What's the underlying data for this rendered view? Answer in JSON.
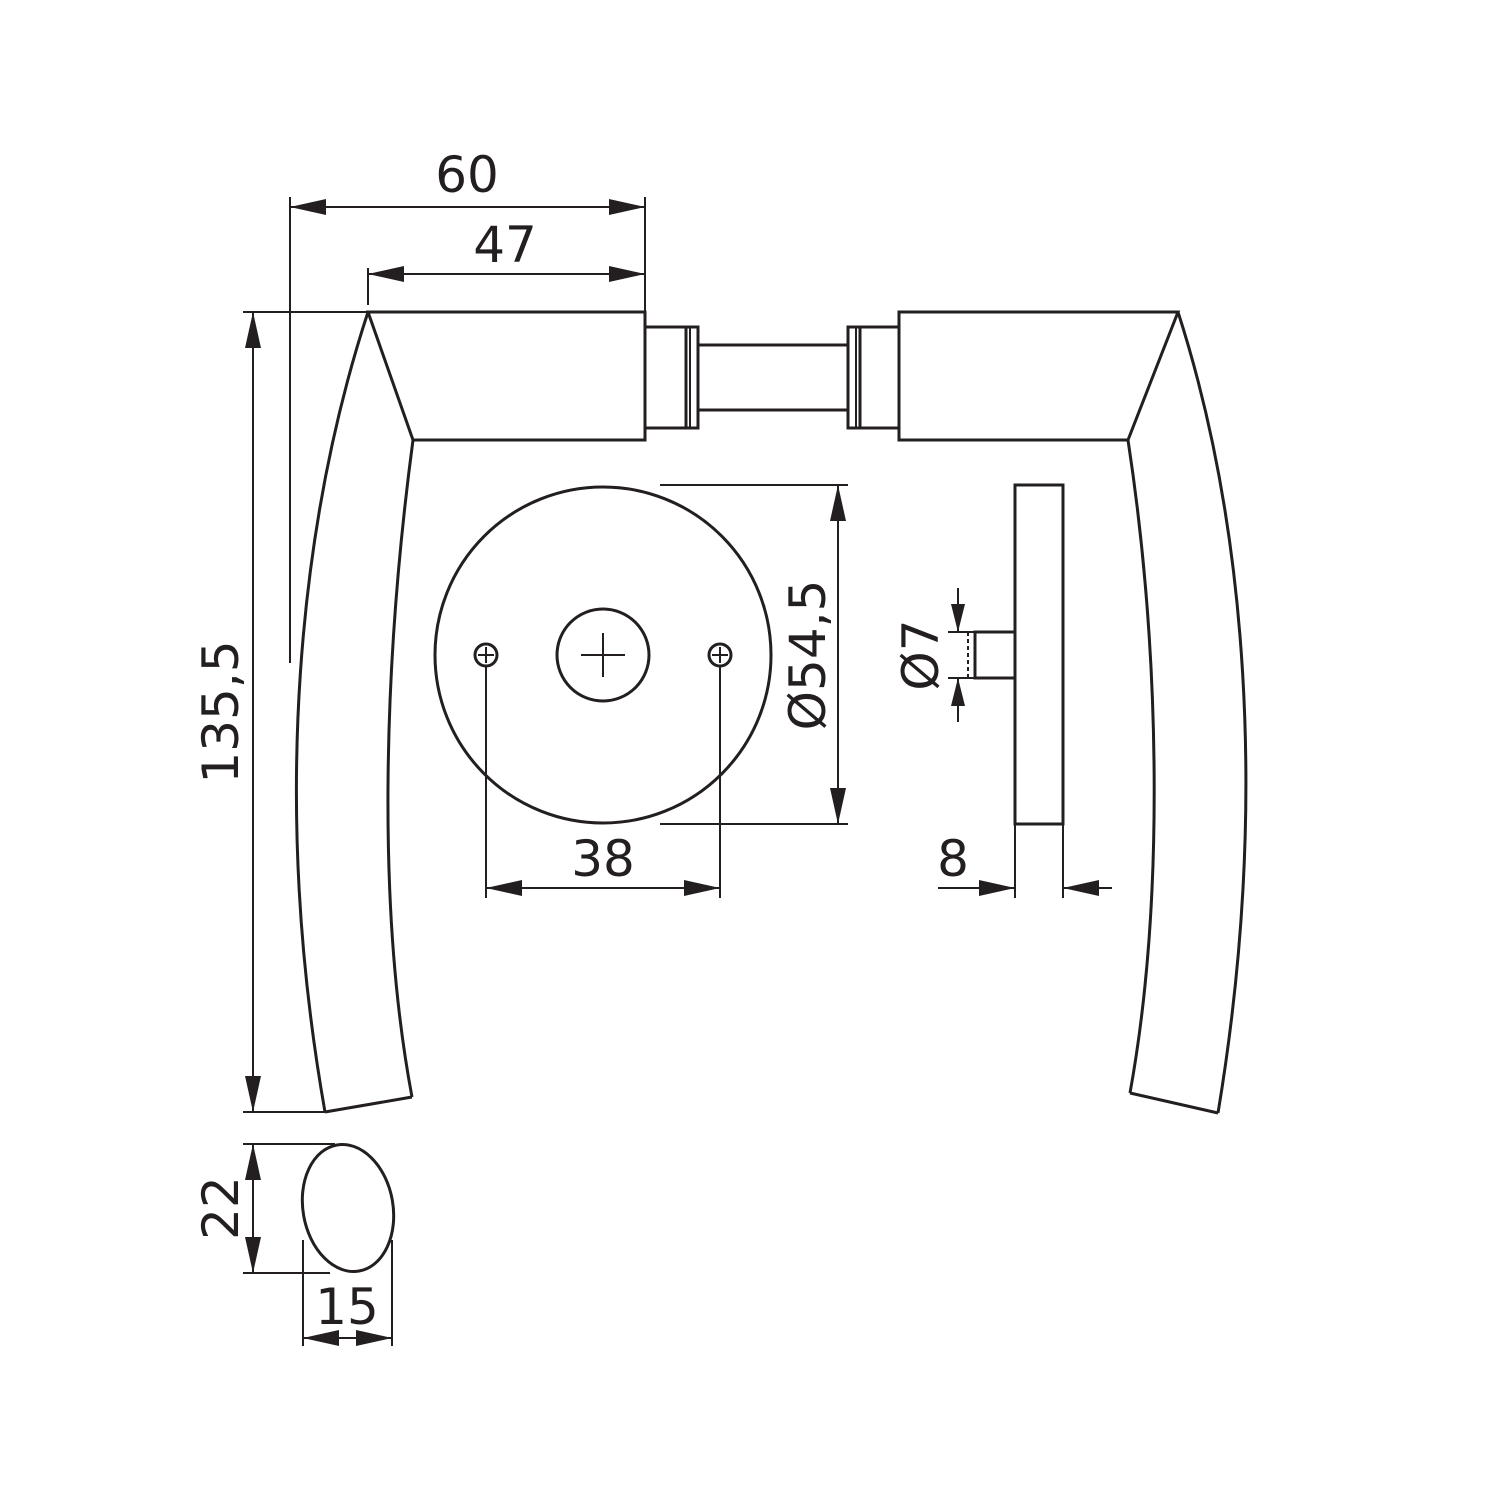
{
  "drawing": {
    "subject": "door lever handle set with round rose",
    "colors": {
      "line": "#231f20",
      "background": "#ffffff"
    },
    "dimensions": {
      "overall_width": "60",
      "lever_body_width": "47",
      "lever_height": "135,5",
      "rose_diameter": "Ø54,5",
      "screw_spacing": "38",
      "spindle_diameter": "Ø7",
      "rose_thickness": "8",
      "grip_height": "22",
      "grip_width": "15"
    }
  }
}
